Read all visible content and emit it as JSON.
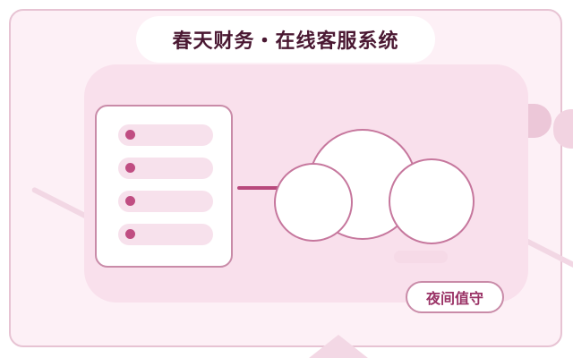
{
  "header": {
    "title": "春天财务・在线客服系统"
  },
  "badge": {
    "label": "夜间值守"
  },
  "server": {
    "rows": 4
  },
  "colors": {
    "accent": "#c04d82",
    "title_text": "#4a1832",
    "badge_text": "#9a3366",
    "panel_background": "#f9e0ec",
    "card_background": "#fdf0f6"
  }
}
